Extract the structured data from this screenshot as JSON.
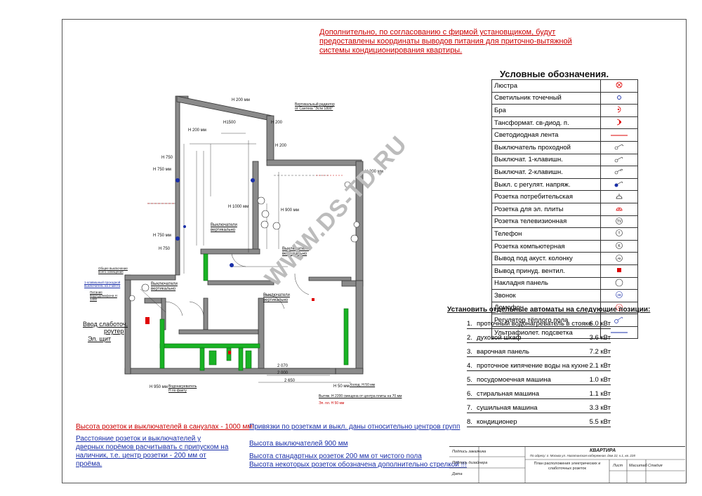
{
  "top_note": "Дополнительно, по согласованию с фирмой установщиком, будут предоставлены  координаты выводов питания для приточно-вытяжной системы кондиционирования  квартиры.",
  "legend": {
    "title": "Условные обозначения.",
    "items": [
      {
        "label": "Люстра",
        "icon": "chandelier-icon"
      },
      {
        "label": "Светильник точечный",
        "icon": "spotlight-icon"
      },
      {
        "label": "Бра",
        "icon": "sconce-icon"
      },
      {
        "label": "Тансформат. св-диод. п.",
        "icon": "led-transformer-icon"
      },
      {
        "label": "Светодиодная лента",
        "icon": "led-strip-icon"
      },
      {
        "label": "Выключатель проходной",
        "icon": "pass-switch-icon"
      },
      {
        "label": "Выключат. 1-клавишн.",
        "icon": "switch-1-icon"
      },
      {
        "label": "Выключат. 2-клавишн.",
        "icon": "switch-2-icon"
      },
      {
        "label": "Выкл. с регулят. напряж.",
        "icon": "dimmer-icon"
      },
      {
        "label": "Розетка потребительская",
        "icon": "socket-icon"
      },
      {
        "label": "Розетка для эл. плиты",
        "icon": "stove-socket-icon"
      },
      {
        "label": "Розетка телевизионная",
        "icon": "tv-socket-icon"
      },
      {
        "label": "Телефон",
        "icon": "phone-icon"
      },
      {
        "label": "Розетка компьютерная",
        "icon": "computer-socket-icon"
      },
      {
        "label": "Вывод под акуст. колонку",
        "icon": "speaker-icon"
      },
      {
        "label": "Вывод принуд. вентил.",
        "icon": "ventilation-icon"
      },
      {
        "label": "Накладня панель",
        "icon": "panel-icon"
      },
      {
        "label": "Звонок",
        "icon": "bell-icon"
      },
      {
        "label": "Домофон",
        "icon": "intercom-icon"
      },
      {
        "label": "Регулятор тёплого пола",
        "icon": "floor-heat-icon"
      },
      {
        "label": "Ультрафиолет. подсветка",
        "icon": "uv-light-icon"
      }
    ]
  },
  "auto_section": {
    "title": "Установить отдельные автоматы на следующие позиции:",
    "items": [
      {
        "num": "1.",
        "label": "проточный водонагреватель в стояке",
        "value": "6.0 кВт"
      },
      {
        "num": "2.",
        "label": "духовой шкаф",
        "value": "3.6 кВт"
      },
      {
        "num": "3.",
        "label": "варочная панель",
        "value": "7.2 кВт"
      },
      {
        "num": "4.",
        "label": "проточное кипячение воды на кухне",
        "value": "2.1 кВт"
      },
      {
        "num": "5.",
        "label": "посудомоечная машина",
        "value": "1.0 кВт"
      },
      {
        "num": "6.",
        "label": "стиральная машина",
        "value": "1.1 кВт"
      },
      {
        "num": "7.",
        "label": "сушильная машина",
        "value": "3.3 кВт"
      },
      {
        "num": "8.",
        "label": "кондиционер",
        "value": "5.5 кВт"
      }
    ]
  },
  "bottom_notes": {
    "left_1": "Высота розеток и выключателей  в санузлах - 1000 мм!",
    "left_2": "Расстояние розеток и выключателей у дверных порёмов расчитывать с припуском на наличник, т.е. центр розетки - 200 мм от проёма.",
    "center_1": "Привязки по розеткам и выкл. даны относительно центров групп",
    "center_2": "Высота выключателей  900 мм",
    "center_3": "Высота стандартных розеток  200 мм от чистого пола",
    "center_4": "Высота некоторых розеток  обозначена дополнительно стрелкой !!!"
  },
  "stamp": {
    "title": "КВАРТИРА",
    "address": "По адресу: г. Москва ул. Нагатинская набережная, дом 22, к.1, кв. 228",
    "sheet_name": "План расположения электрических  и слаботочных розеток",
    "sign_customer": "Подпись заказчика",
    "sign_designer": "Подпись дизайнера",
    "date": "Дата",
    "col_sheet": "Лист",
    "col_scale": "Масштаб",
    "col_stage": "Стадия"
  },
  "watermark": "WWW.DS-TD.RU",
  "plan_labels": {
    "h200_a": "Н 200 мм",
    "h200_b": "Н 200 мм",
    "h200_c": "Н 200",
    "h200_d": "Н 200",
    "h200_e": "Н 200 мм",
    "h750_a": "Н 750",
    "h750_b": "Н 750 мм",
    "h750_c": "Н 750 мм",
    "h750_d": "Н 750",
    "h1000": "Н 1000 мм",
    "h900": "Н 900 мм",
    "h1500": "Н1500",
    "radiator": "Вертикальный радиатор от Сантеха \"Эсти 1800\"",
    "sw_vert_1": "Выключатели вертикально",
    "sw_vert_2": "Выключатели вертикально",
    "sw_vert_3": "Выключатели вертикально",
    "sw_vert_4": "Выключатели вертикально",
    "input_weak": "Ввод слаботоч.",
    "router": "роутер",
    "el_shield": "Эл. щит",
    "gen_switch": "Общее выключение всего освещения",
    "one_key": "1-клавишный проходной выключатель на 2 места",
    "intercom_power": "Питание видеодомофона Н 1400",
    "hood": "Вытяж. Н 2200 смещена от центра плиты на 70 мм",
    "stove": "Эл. пл. Н 50 мм",
    "fridge": "Холод. Н 50 мм",
    "dim_2650": "2 650",
    "dim_2000": "2 000",
    "dim_2070": "2 070",
    "h950": "Н 950 мм",
    "water": "Водонагреватель Н по факту",
    "h50": "Н 50 мм"
  }
}
